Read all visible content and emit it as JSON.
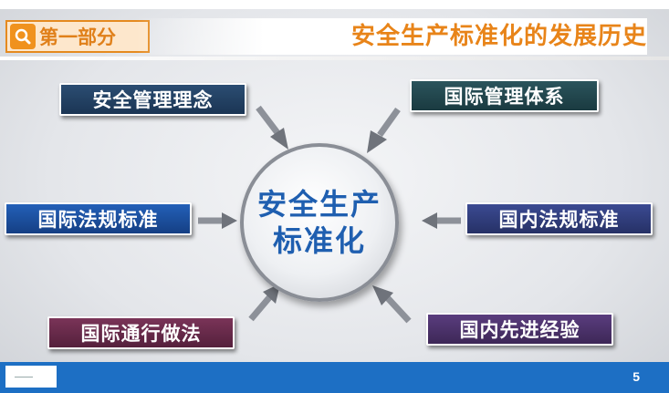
{
  "header": {
    "section_label": "第一部分",
    "section_icon": "search-icon",
    "title": "安全生产标准化的发展历史"
  },
  "center": {
    "line1": "安全生产",
    "line2": "标准化"
  },
  "nodes": {
    "safety_management_concept": "安全管理理念",
    "international_management_system": "国际管理体系",
    "international_regulations_standards": "国际法规标准",
    "domestic_regulations_standards": "国内法规标准",
    "international_common_practice": "国际通行做法",
    "domestic_advanced_experience": "国内先进经验"
  },
  "footer": {
    "page_number": "5"
  },
  "colors": {
    "accent_orange": "#e88419",
    "footer_blue": "#1d6fc4",
    "center_text_blue": "#1f5fb0"
  }
}
